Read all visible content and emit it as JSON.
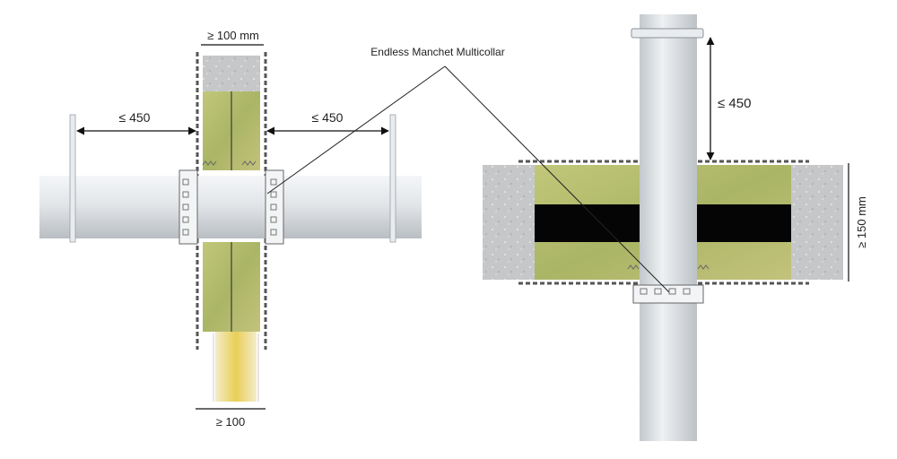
{
  "labels": {
    "wall_thickness": "≥ 100 mm",
    "support_left": "≤ 450",
    "support_right": "≤ 450",
    "wall_bottom": "≥ 100",
    "product": "Endless Manchet Multicollar",
    "support_vertical": "≤ 450",
    "floor_thickness": "≥ 150 mm"
  },
  "colors": {
    "concrete": "#c4c6c8",
    "mineral_wool": "#b8c070",
    "pipe": "#e4e7ea",
    "black_band": "#050505",
    "yellow_wool": "#e8cc4c",
    "collar": "#f1f3f5"
  }
}
